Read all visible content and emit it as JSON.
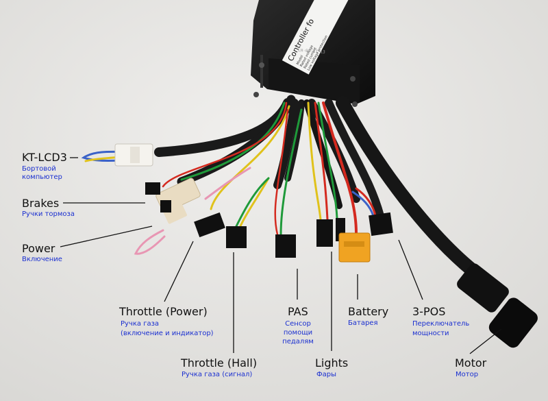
{
  "photo": {
    "controller_sticker": "Controller fo",
    "controller_sticker_lines": [
      "Model",
      "Rated voltage",
      "Rated current",
      "Low voltage protection"
    ],
    "controller_code": "LH-01-11-13"
  },
  "labels": [
    {
      "key": "kt_lcd3",
      "title": "KT-LCD3",
      "subtitle": "Бортовой\nкомпьютер"
    },
    {
      "key": "brakes",
      "title": "Brakes",
      "subtitle": "Ручки тормоза"
    },
    {
      "key": "power",
      "title": "Power",
      "subtitle": "Включение"
    },
    {
      "key": "throttle_power",
      "title": "Throttle (Power)",
      "subtitle": "Ручка газа\n(включение и индикатор)"
    },
    {
      "key": "throttle_hall",
      "title": "Throttle (Hall)",
      "subtitle": "Ручка газа (сигнал)"
    },
    {
      "key": "pas",
      "title": "PAS",
      "subtitle": "Сенсор\nпомощи\nпедалям"
    },
    {
      "key": "lights",
      "title": "Lights",
      "subtitle": "Фары"
    },
    {
      "key": "battery",
      "title": "Battery",
      "subtitle": "Батарея"
    },
    {
      "key": "three_pos",
      "title": "3-POS",
      "subtitle": "Переключатель\nмощности"
    },
    {
      "key": "motor",
      "title": "Motor",
      "subtitle": "Мотор"
    }
  ],
  "colors": {
    "label_text": "#111111",
    "subtitle_text": "#1a2fd0",
    "background": "#e8e7e5"
  }
}
